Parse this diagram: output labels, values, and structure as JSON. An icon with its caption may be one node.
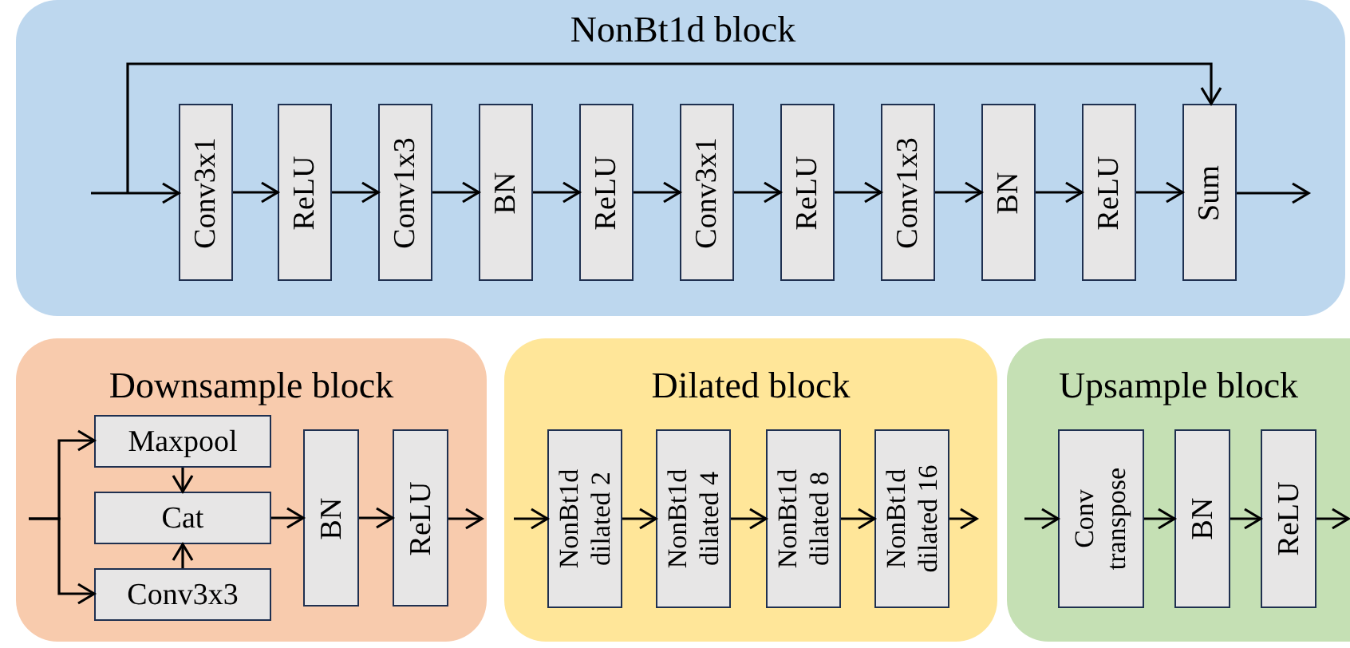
{
  "diagram": {
    "nodes": [
      {
        "text": [
          "NonBt1d block"
        ]
      },
      {
        "text": [
          "Conv3x1"
        ],
        "in": 0
      },
      {
        "text": [
          "ReLU"
        ],
        "in": 0
      },
      {
        "text": [
          "Conv1x3"
        ],
        "in": 0
      },
      {
        "text": [
          "BN"
        ],
        "in": 0
      },
      {
        "text": [
          "ReLU"
        ],
        "in": 0
      },
      {
        "text": [
          "Conv3x1"
        ],
        "in": 0
      },
      {
        "text": [
          "ReLU"
        ],
        "in": 0
      },
      {
        "text": [
          "Conv1x3"
        ],
        "in": 0
      },
      {
        "text": [
          "BN"
        ],
        "in": 0
      },
      {
        "text": [
          "ReLU"
        ],
        "in": 0
      },
      {
        "text": [
          "Sum"
        ],
        "in": 0
      },
      {
        "text": [
          "Downsample block"
        ]
      },
      {
        "text": [
          "Maxpool"
        ],
        "in": 12
      },
      {
        "text": [
          "Cat"
        ],
        "in": 12
      },
      {
        "text": [
          "Conv3x3"
        ],
        "in": 12
      },
      {
        "text": [
          "BN"
        ],
        "in": 12
      },
      {
        "text": [
          "ReLU"
        ],
        "in": 12
      },
      {
        "text": [
          "Dilated block"
        ]
      },
      {
        "text": [
          "NonBt1d dilated 2"
        ],
        "in": 18
      },
      {
        "text": [
          "NonBt1d dilated 4"
        ],
        "in": 18
      },
      {
        "text": [
          "NonBt1d dilated 8"
        ],
        "in": 18
      },
      {
        "text": [
          "NonBt1d dilated 16"
        ],
        "in": 18
      },
      {
        "text": [
          "Upsample block"
        ]
      },
      {
        "text": [
          "Conv transpose"
        ],
        "in": 23
      },
      {
        "text": [
          "BN"
        ],
        "in": 23
      },
      {
        "text": [
          "ReLU"
        ],
        "in": 23
      }
    ],
    "edges": [
      {
        "from": null,
        "to": 1,
        "arrow": "to"
      },
      {
        "from": null,
        "to": 11,
        "arrow": "to"
      },
      {
        "from": 1,
        "to": 2,
        "arrow": "to"
      },
      {
        "from": 2,
        "to": 3,
        "arrow": "to"
      },
      {
        "from": 3,
        "to": 4,
        "arrow": "to"
      },
      {
        "from": 4,
        "to": 5,
        "arrow": "to"
      },
      {
        "from": 5,
        "to": 6,
        "arrow": "to"
      },
      {
        "from": 6,
        "to": 7,
        "arrow": "to"
      },
      {
        "from": 7,
        "to": 8,
        "arrow": "to"
      },
      {
        "from": 8,
        "to": 9,
        "arrow": "to"
      },
      {
        "from": 9,
        "to": 10,
        "arrow": "to"
      },
      {
        "from": 10,
        "to": 11,
        "arrow": "to"
      },
      {
        "from": 11,
        "to": null,
        "arrow": "to"
      },
      {
        "from": null,
        "to": 13,
        "arrow": "to"
      },
      {
        "from": null,
        "to": 15,
        "arrow": "to"
      },
      {
        "from": 13,
        "to": 14,
        "arrow": "to"
      },
      {
        "from": 15,
        "to": 14,
        "arrow": "to"
      },
      {
        "from": 14,
        "to": 16,
        "arrow": "to"
      },
      {
        "from": 16,
        "to": 17,
        "arrow": "to"
      },
      {
        "from": 17,
        "to": null,
        "arrow": "to"
      },
      {
        "from": null,
        "to": 19,
        "arrow": "to"
      },
      {
        "from": 19,
        "to": 20,
        "arrow": "to"
      },
      {
        "from": 20,
        "to": 21,
        "arrow": "to"
      },
      {
        "from": 21,
        "to": 22,
        "arrow": "to"
      },
      {
        "from": 22,
        "to": null,
        "arrow": "to"
      },
      {
        "from": null,
        "to": 24,
        "arrow": "to"
      },
      {
        "from": 24,
        "to": 25,
        "arrow": "to"
      },
      {
        "from": 25,
        "to": 26,
        "arrow": "to"
      },
      {
        "from": 26,
        "to": null,
        "arrow": "to"
      }
    ]
  }
}
